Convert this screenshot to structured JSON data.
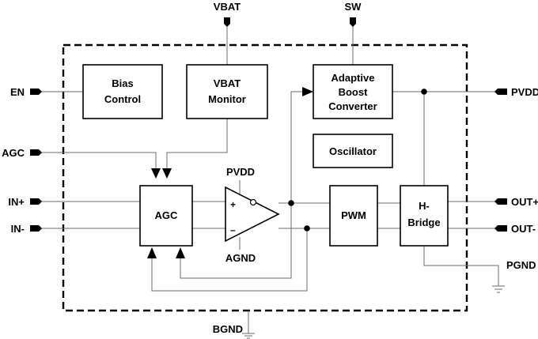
{
  "pins": {
    "vbat": "VBAT",
    "sw": "SW",
    "en": "EN",
    "agc": "AGC",
    "in_plus": "IN+",
    "in_minus": "IN-",
    "pvdd": "PVDD",
    "out_plus": "OUT+",
    "out_minus": "OUT-",
    "pgnd": "PGND",
    "bgnd": "BGND"
  },
  "blocks": {
    "bias_line1": "Bias",
    "bias_line2": "Control",
    "vbat_mon_line1": "VBAT",
    "vbat_mon_line2": "Monitor",
    "boost_line1": "Adaptive",
    "boost_line2": "Boost",
    "boost_line3": "Converter",
    "oscillator": "Oscillator",
    "agc": "AGC",
    "pwm": "PWM",
    "hbridge_line1": "H-",
    "hbridge_line2": "Bridge"
  },
  "amp": {
    "supply": "PVDD",
    "ground": "AGND",
    "plus_sign": "+",
    "minus_sign": "–"
  }
}
